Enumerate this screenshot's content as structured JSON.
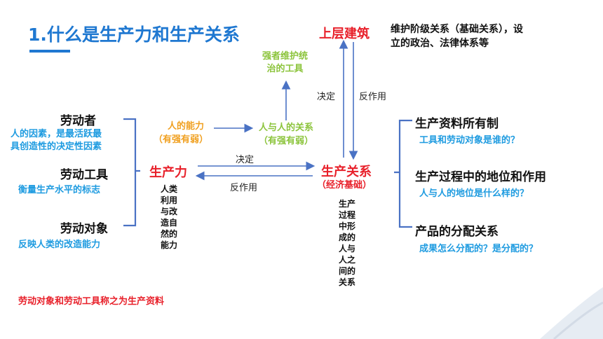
{
  "title": "1.什么是生产力和生产关系",
  "superstructure": {
    "label": "上层建筑",
    "desc_line1": "维护阶级关系（基础关系），设",
    "desc_line2": "立的政治、法律体系等"
  },
  "tool": {
    "line1": "强者维护统",
    "line2": "治的工具"
  },
  "vertical_arrows": {
    "decides": "决定",
    "reacts": "反作用"
  },
  "left_factors": [
    {
      "name": "劳动者",
      "desc_line1": "人的因素，是最活跃最",
      "desc_line2": "具创造性的决定性因素"
    },
    {
      "name": "劳动工具",
      "desc_line1": "衡量生产水平的标志",
      "desc_line2": ""
    },
    {
      "name": "劳动对象",
      "desc_line1": "反映人类的改造能力",
      "desc_line2": ""
    }
  ],
  "productivity": {
    "label": "生产力",
    "ability": "人的能力",
    "ability_note": "（有强有弱）",
    "definition": [
      "人类",
      "利用",
      "与改",
      "造自",
      "然的",
      "能力"
    ]
  },
  "relations": {
    "label": "生产关系",
    "basis": "（经济基础）",
    "between": "人与人的关系",
    "between_note": "（有强有弱）",
    "definition": [
      "生产",
      "过程",
      "中形",
      "成的",
      "人与",
      "人之",
      "间的",
      "关系"
    ]
  },
  "horizontal_arrows": {
    "decides": "决定",
    "reacts": "反作用"
  },
  "right_items": [
    {
      "heading": "生产资料所有制",
      "question": "工具和劳动对象是谁的？"
    },
    {
      "heading": "生产过程中的地位和作用",
      "question": "人与人的地位是什么样的？"
    },
    {
      "heading": "产品的分配关系",
      "question": "成果怎么分配的？是分配的？"
    }
  ],
  "footnote": "劳动对象和劳动工具称之为生产资料",
  "colors": {
    "red": "#e8202a",
    "blue": "#1e9be0",
    "green": "#8cc43c",
    "orange": "#f0a020",
    "arrow": "#4a72c4",
    "title": "#1f78d1"
  }
}
